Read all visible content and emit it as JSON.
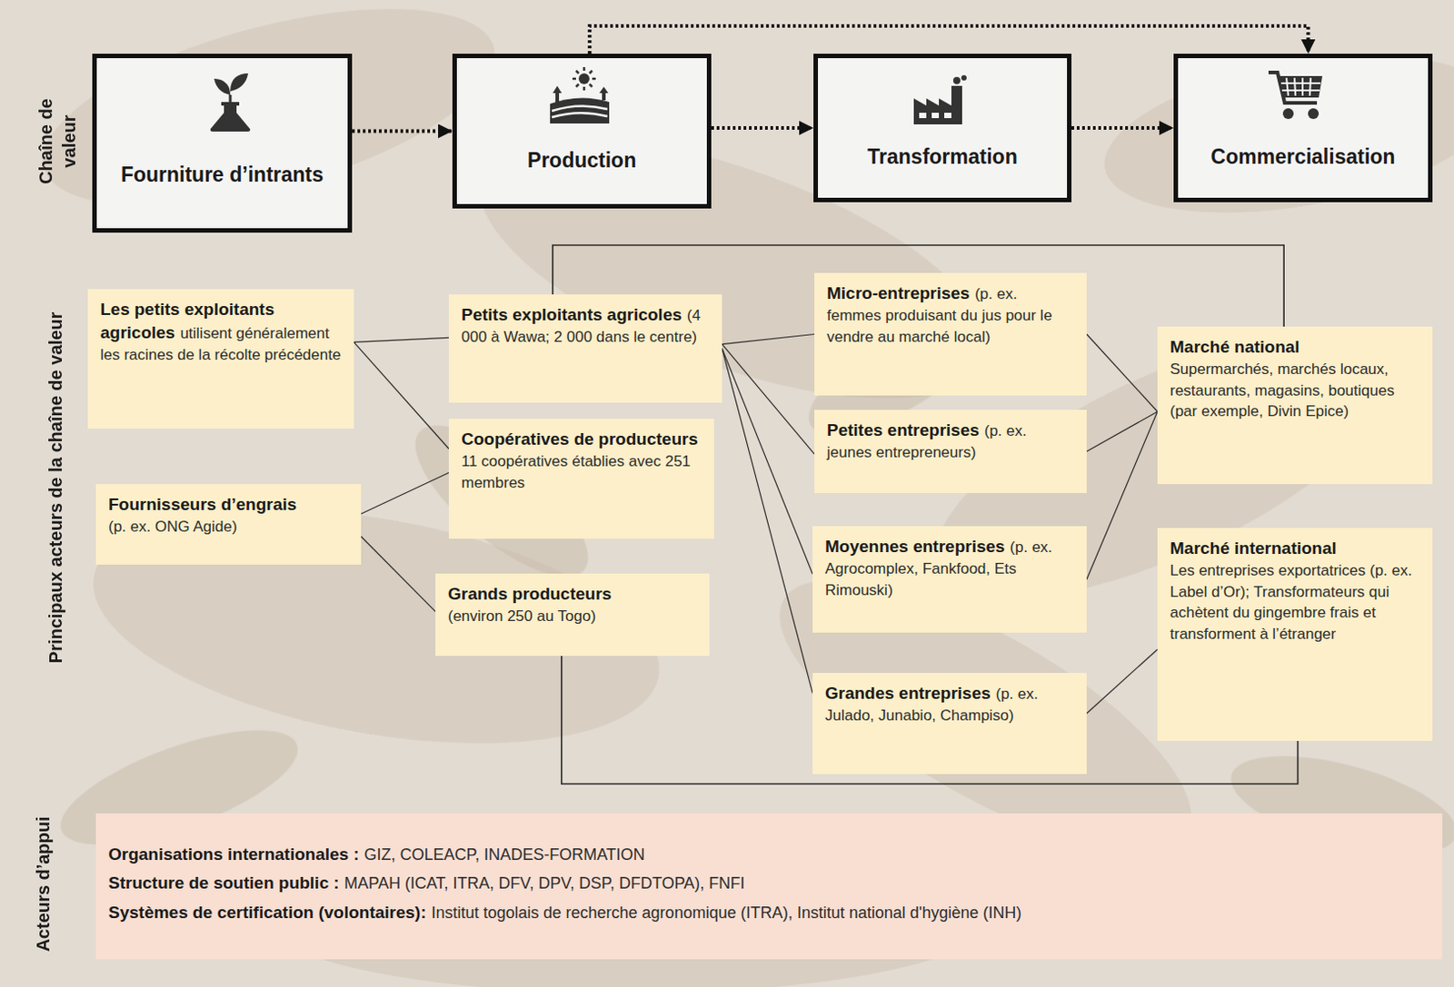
{
  "diagram": {
    "nodes": [
      {
        "text": [
          "Fourniture d’intrants"
        ]
      },
      {
        "text": [
          "Production"
        ]
      },
      {
        "text": [
          "Transformation"
        ]
      },
      {
        "text": [
          "Commercialisation"
        ]
      },
      {
        "text": [
          "Les petits exploitants agricoles",
          "utilisent généralement les racines de la récolte précédente"
        ]
      },
      {
        "text": [
          "Fournisseurs d’engrais",
          "(p. ex. ONG Agide)"
        ]
      },
      {
        "text": [
          "Petits exploitants agricoles",
          "(4 000 à Wawa; 2 000 dans le centre)"
        ]
      },
      {
        "text": [
          "Coopératives de producteurs",
          "11 coopératives établies avec 251 membres"
        ]
      },
      {
        "text": [
          "Grands producteurs",
          "(environ 250 au Togo)"
        ]
      },
      {
        "text": [
          "Micro-entreprises",
          "(p. ex. femmes produisant du jus pour le vendre au marché local)"
        ]
      },
      {
        "text": [
          "Petites entreprises",
          "(p. ex. jeunes entrepreneurs)"
        ]
      },
      {
        "text": [
          "Moyennes entreprises",
          "(p. ex. Agrocomplex, Fankfood, Ets Rimouski)"
        ]
      },
      {
        "text": [
          "Grandes entreprises",
          "(p. ex. Julado, Junabio, Champiso)"
        ]
      },
      {
        "text": [
          "Marché national",
          "Supermarchés, marchés locaux, restaurants, magasins, boutiques (par exemple, Divin Epice)"
        ]
      },
      {
        "text": [
          "Marché international",
          "Les entreprises exportatrices (p. ex. Label d’Or); Transformateurs qui achètent du gingembre frais et transforment à l’étranger"
        ]
      },
      {
        "text": [
          "Organisations internationales :",
          "GIZ, COLEACP, INADES-FORMATION",
          "Structure de soutien public :",
          "MAPAH (ICAT, ITRA, DFV, DPV, DSP, DFDTOPA), FNFI",
          "Systèmes de certification (volontaires):",
          "Institut togolais de recherche agronomique (ITRA), Institut national d'hygiène (INH)"
        ]
      }
    ],
    "edges": [
      {
        "from": 0,
        "to": 1,
        "arrow": "to"
      },
      {
        "from": 1,
        "to": 2,
        "arrow": "to"
      },
      {
        "from": 2,
        "to": 3,
        "arrow": "to"
      },
      {
        "from": 1,
        "to": 3,
        "arrow": "to"
      },
      {
        "from": 4,
        "to": 6,
        "arrow": "none"
      },
      {
        "from": 4,
        "to": 7,
        "arrow": "none"
      },
      {
        "from": 5,
        "to": 7,
        "arrow": "none"
      },
      {
        "from": 5,
        "to": 8,
        "arrow": "none"
      },
      {
        "from": 6,
        "to": 9,
        "arrow": "none"
      },
      {
        "from": 6,
        "to": 10,
        "arrow": "none"
      },
      {
        "from": 6,
        "to": 11,
        "arrow": "none"
      },
      {
        "from": 6,
        "to": 12,
        "arrow": "none"
      },
      {
        "from": 9,
        "to": 13,
        "arrow": "none"
      },
      {
        "from": 10,
        "to": 13,
        "arrow": "none"
      },
      {
        "from": 11,
        "to": 13,
        "arrow": "none"
      },
      {
        "from": 12,
        "to": 14,
        "arrow": "none"
      },
      {
        "from": 6,
        "to": 13,
        "arrow": "none"
      },
      {
        "from": 8,
        "to": 14,
        "arrow": "none"
      }
    ],
    "labels": [
      "Chaîne de valeur",
      "Principaux acteurs de la chaîne de valeur",
      "Acteurs d’appui"
    ]
  }
}
